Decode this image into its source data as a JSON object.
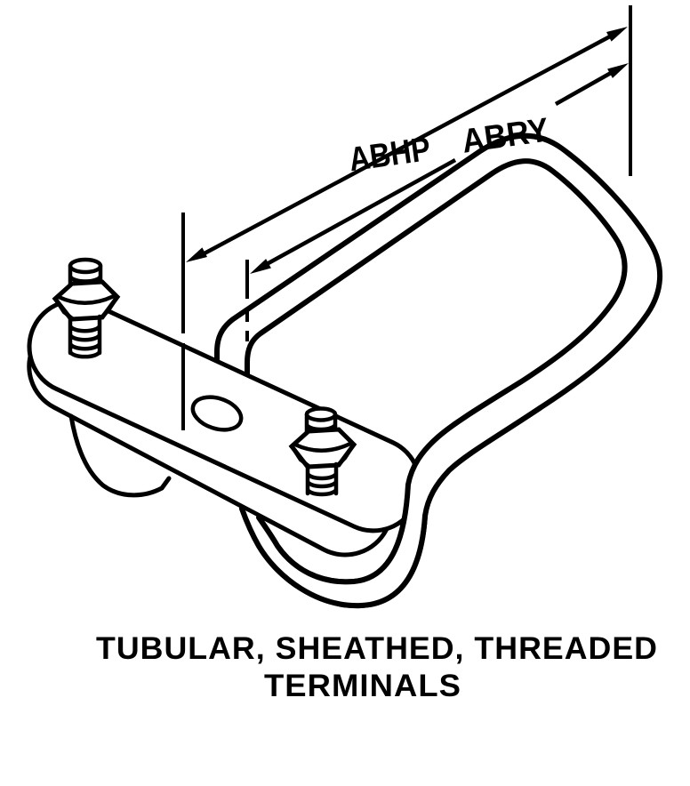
{
  "figure": {
    "dimension_labels": {
      "abhp": "ABHP",
      "abry": "ABRY"
    },
    "caption": {
      "line1": "TUBULAR, SHEATHED, THREADED",
      "line2": "TERMINALS"
    },
    "colors": {
      "line": "#000000",
      "background": "#ffffff"
    }
  }
}
